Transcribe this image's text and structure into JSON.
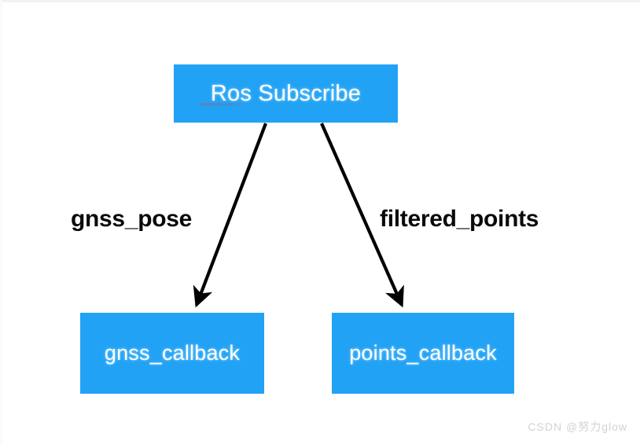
{
  "diagram": {
    "background_color": "#ffffff",
    "node_fill_color": "#22a2f5",
    "node_text_color": "#ffffff",
    "edge_color": "#000000",
    "edge_label_color": "#0a0a0a",
    "nodes": [
      {
        "id": "root",
        "label": "Ros Subscribe"
      },
      {
        "id": "gnss",
        "label": "gnss_callback"
      },
      {
        "id": "points",
        "label": "points_callback"
      }
    ],
    "edges": [
      {
        "from": "root",
        "to": "gnss",
        "label": "gnss_pose"
      },
      {
        "from": "root",
        "to": "points",
        "label": "filtered_points"
      }
    ]
  },
  "watermark": {
    "text": "CSDN @努力glow",
    "color": "#d2d2d2"
  }
}
